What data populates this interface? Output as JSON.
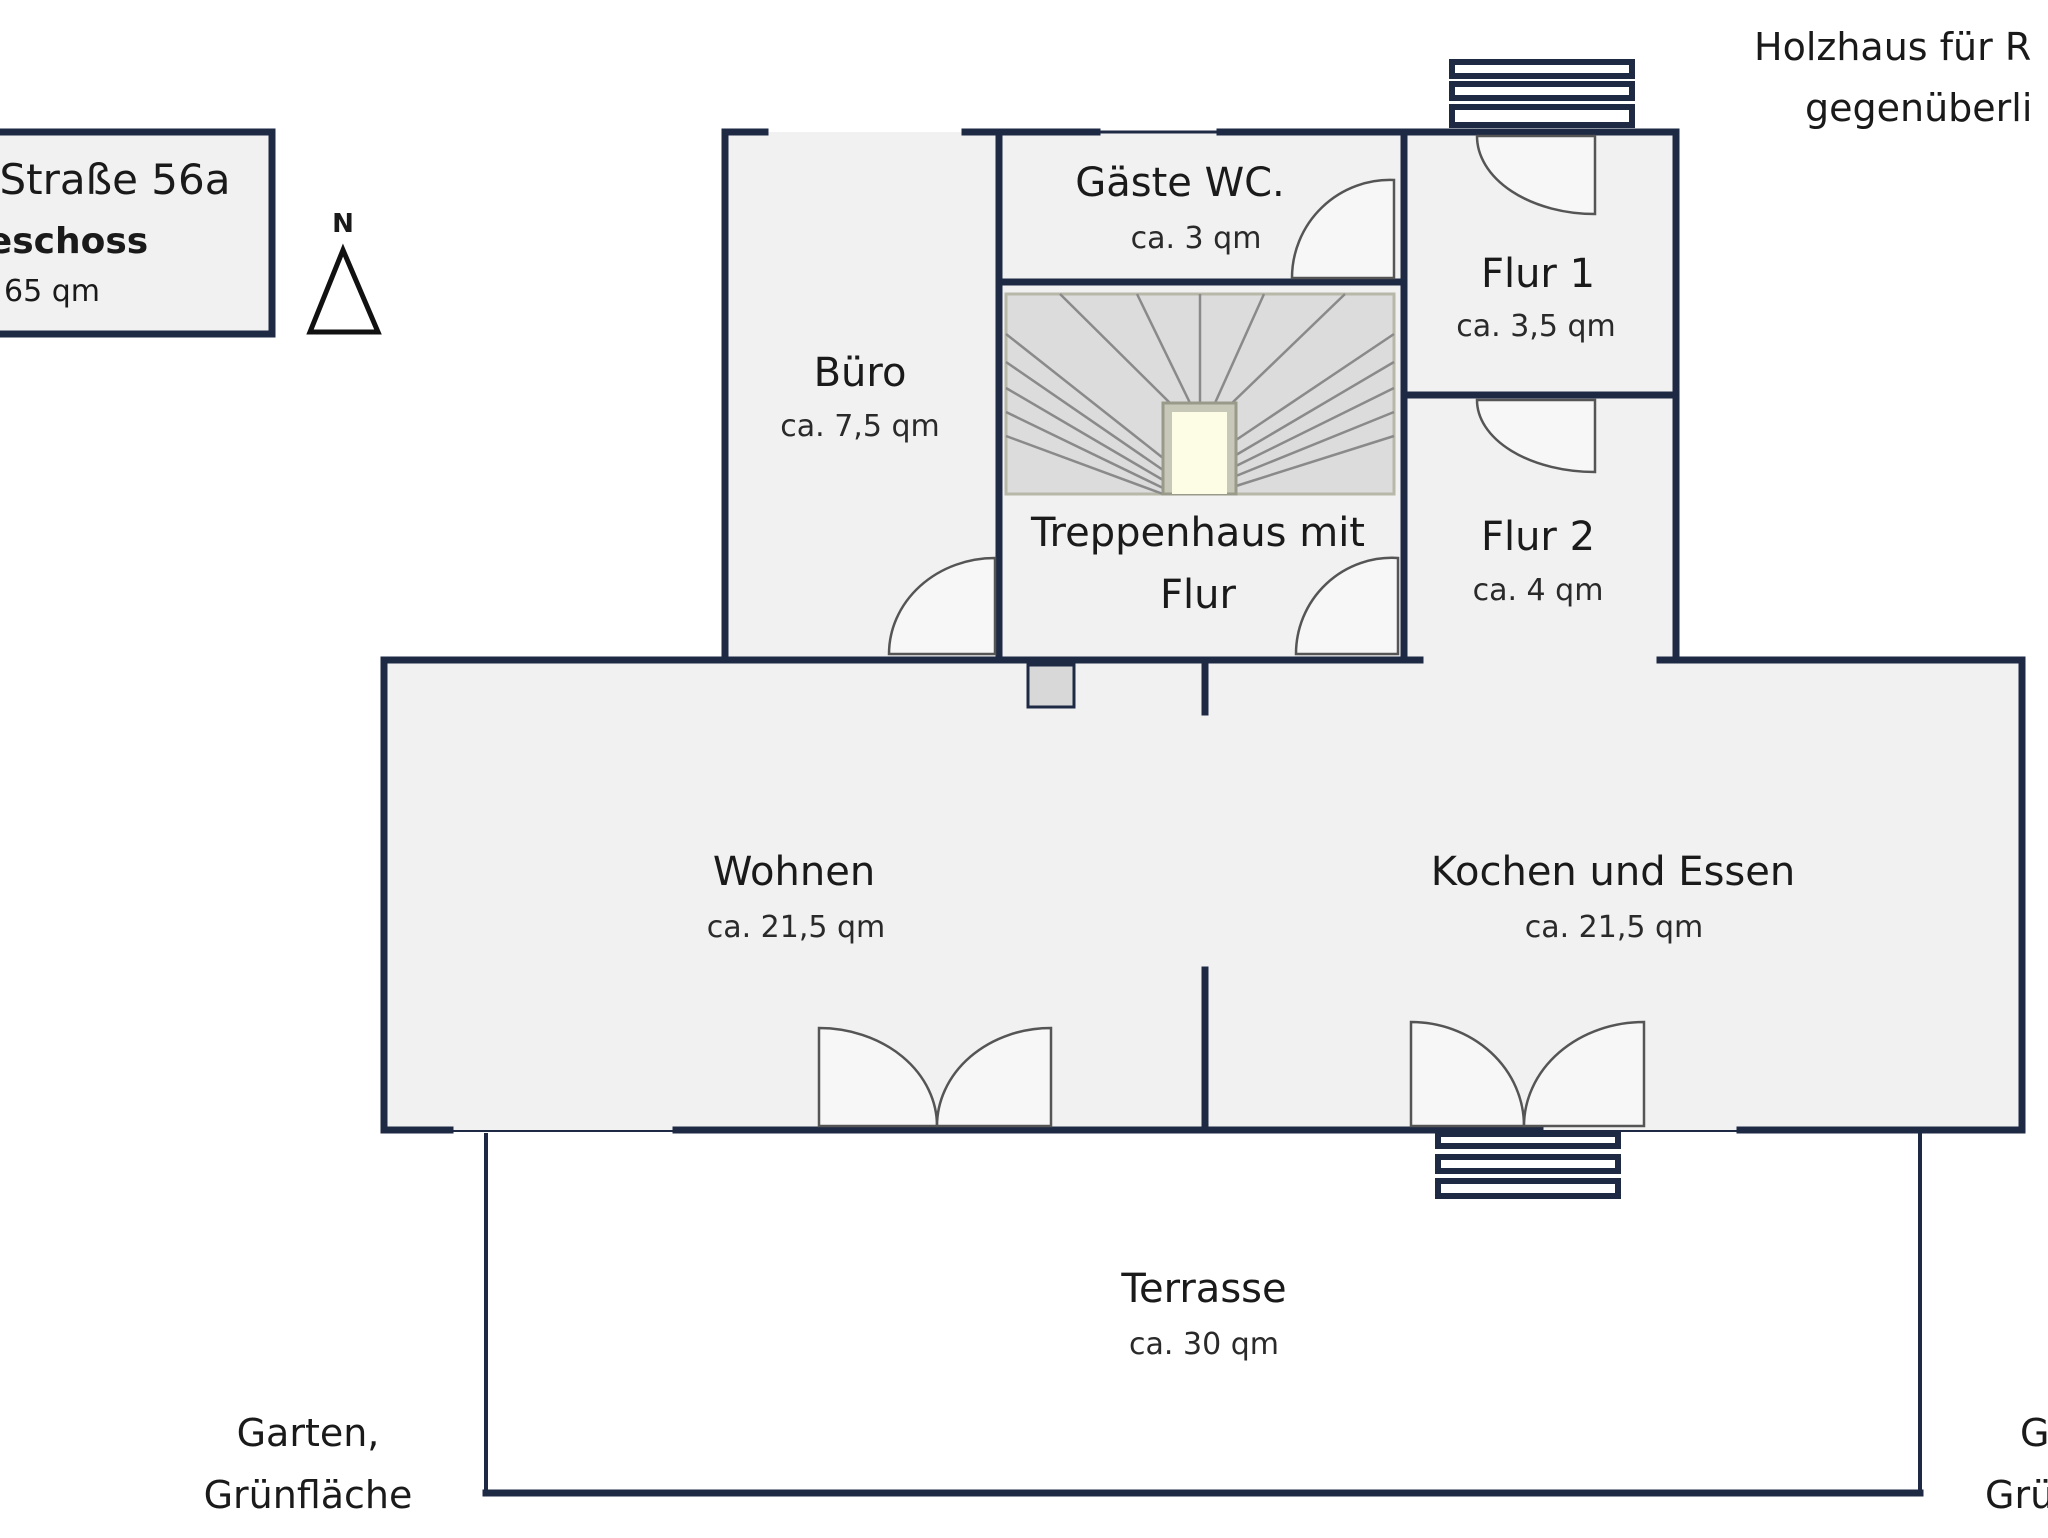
{
  "info_box": {
    "address": "Straße 56a",
    "floor": "eschoss",
    "total_area": "65 qm"
  },
  "compass": {
    "label": "N"
  },
  "note_top_right": {
    "line1": "Holzhaus für R",
    "line2": "gegenüberli"
  },
  "rooms": {
    "gaeste_wc": {
      "name": "Gäste WC.",
      "area": "ca. 3 qm"
    },
    "flur1": {
      "name": "Flur 1",
      "area": "ca. 3,5 qm"
    },
    "buero": {
      "name": "Büro",
      "area": "ca. 7,5 qm"
    },
    "treppenhaus": {
      "name_line1": "Treppenhaus mit",
      "name_line2": "Flur"
    },
    "flur2": {
      "name": "Flur 2",
      "area": "ca. 4 qm"
    },
    "wohnen": {
      "name": "Wohnen",
      "area": "ca. 21,5 qm"
    },
    "kochen": {
      "name": "Kochen und Essen",
      "area": "ca. 21,5 qm"
    },
    "terrasse": {
      "name": "Terrasse",
      "area": "ca. 30 qm"
    }
  },
  "garden_left": {
    "line1": "Garten,",
    "line2": "Grünfläche"
  },
  "garden_right": {
    "line1": "G",
    "line2": "Grü"
  }
}
